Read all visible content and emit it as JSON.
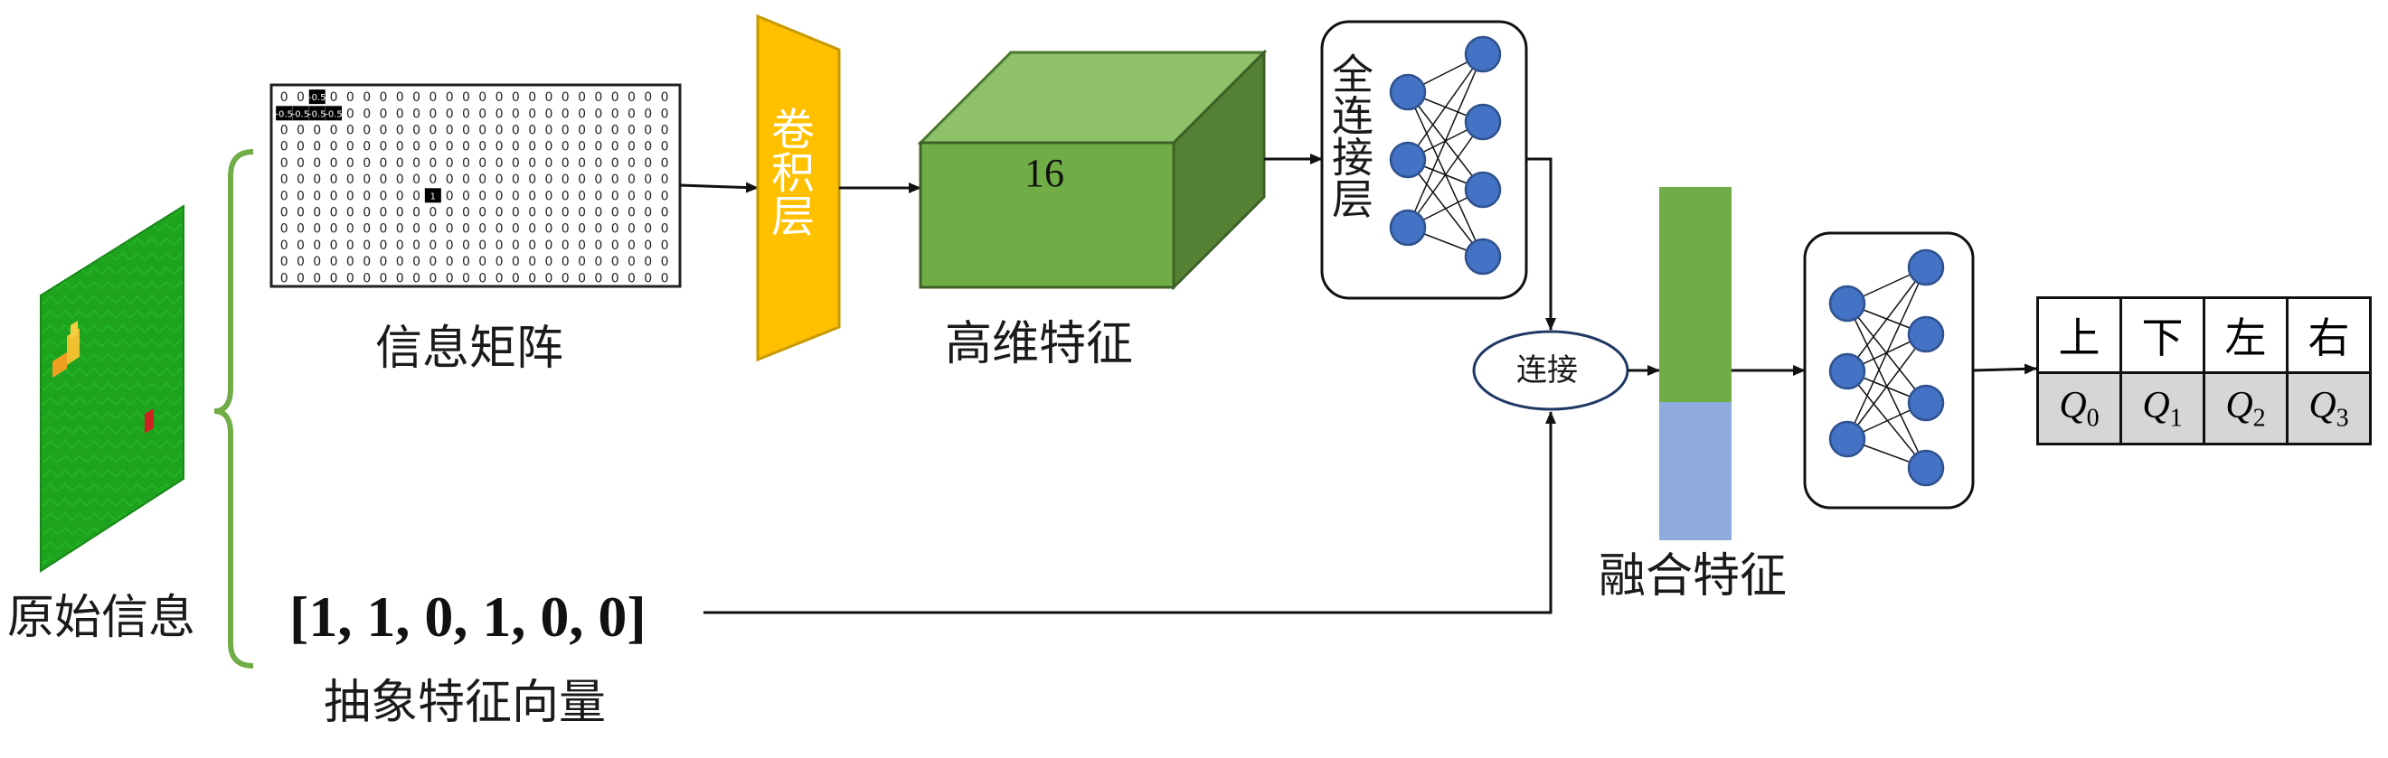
{
  "labels": {
    "raw_info": "原始信息",
    "info_matrix": "信息矩阵",
    "conv_layer": "卷积层",
    "high_dim": "高维特征",
    "cube_number": "16",
    "fc_layer": "全连接层",
    "concat": "连接",
    "fusion": "融合特征",
    "abstract_vector": "[1, 1, 0, 1, 0, 0]",
    "abstract_label": "抽象特征向量"
  },
  "matrix": {
    "fill_value": "0",
    "cells": [
      {
        "row": 0,
        "col": 2,
        "text": "-0.5"
      },
      {
        "row": 1,
        "col": 0,
        "text": "-0.5"
      },
      {
        "row": 1,
        "col": 1,
        "text": "-0.5"
      },
      {
        "row": 1,
        "col": 2,
        "text": "-0.5"
      },
      {
        "row": 1,
        "col": 3,
        "text": "-0.5"
      },
      {
        "row": 6,
        "col": 9,
        "text": "1"
      }
    ]
  },
  "actions": {
    "headers": [
      "上",
      "下",
      "左",
      "右"
    ],
    "q_values": [
      {
        "sym": "Q",
        "sub": "0"
      },
      {
        "sym": "Q",
        "sub": "1"
      },
      {
        "sym": "Q",
        "sub": "2"
      },
      {
        "sym": "Q",
        "sub": "3"
      }
    ]
  },
  "colors": {
    "green_field": "#1ea31e",
    "conv_layer": "#ffc000",
    "cube_front": "#70ad47",
    "cube_top": "#8fc06a",
    "cube_side": "#548235",
    "fusion_top": "#70ad47",
    "fusion_bottom": "#8faadc",
    "neuron": "#4472c4",
    "brace": "#70ad47",
    "concat_border": "#1f3864"
  }
}
